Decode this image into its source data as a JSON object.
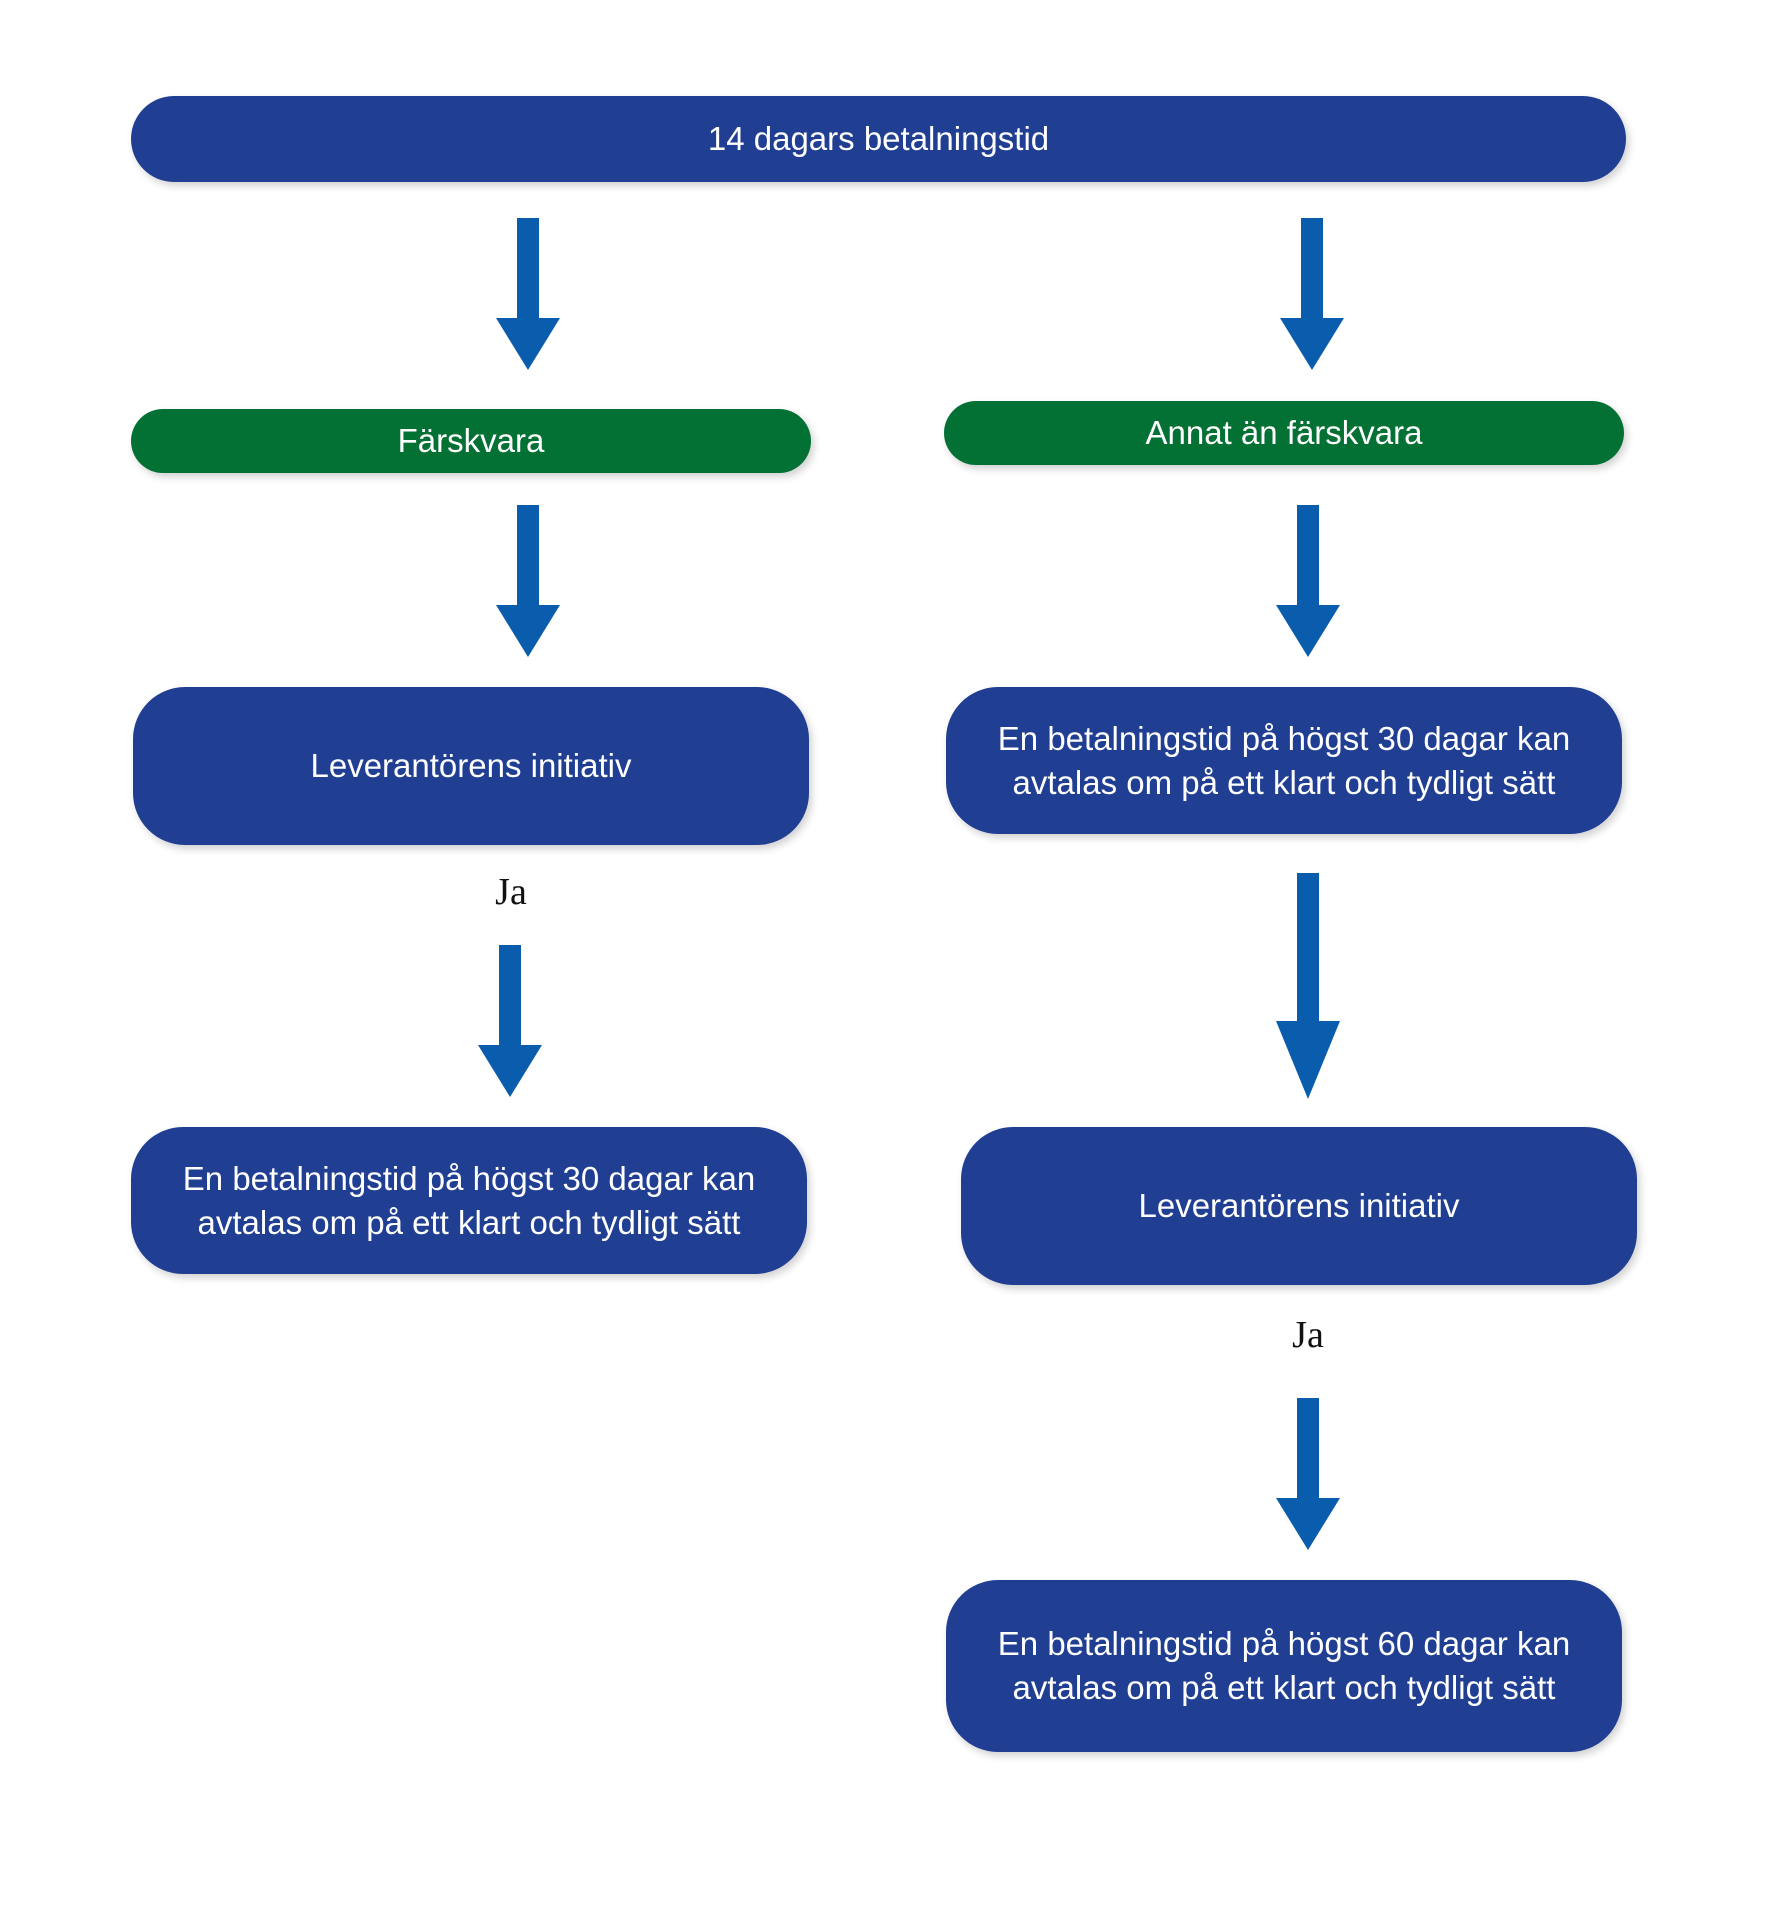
{
  "diagram": {
    "top": "14 dagars betalningstid",
    "left_branch": {
      "category": "Färskvara",
      "step": "Leverantörens initiativ",
      "answer": "Ja",
      "result": "En betalningstid på högst 30 dagar kan\navtalas om på ett klart och tydligt sätt"
    },
    "right_branch": {
      "category": "Annat än färskvara",
      "step_one": "En betalningstid på högst 30 dagar kan\navtalas om på ett klart och tydligt sätt",
      "step_two": "Leverantörens initiativ",
      "answer": "Ja",
      "result": "En betalningstid på högst 60 dagar kan\navtalas om på ett klart och tydligt sätt"
    }
  },
  "colors": {
    "box_blue": "#203e92",
    "box_green": "#047134",
    "arrow_blue": "#0a5cad"
  },
  "icons": {
    "connector": "arrow-down-icon"
  }
}
